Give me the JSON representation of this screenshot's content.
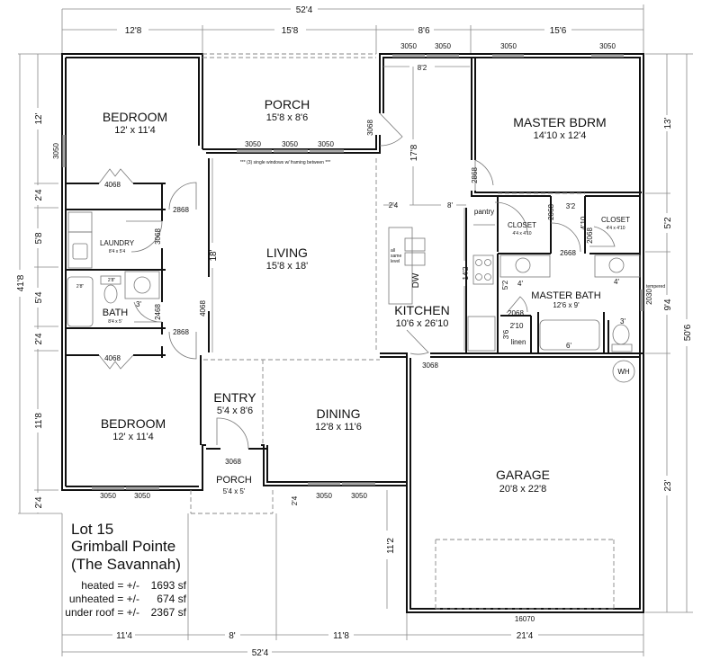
{
  "title_block": {
    "lot": "Lot 15",
    "community": "Grimball Pointe",
    "model": "(The Savannah)",
    "areas": [
      {
        "label": "heated = +/-",
        "value": "1693 sf"
      },
      {
        "label": "unheated = +/-",
        "value": "674 sf"
      },
      {
        "label": "under roof = +/-",
        "value": "2367 sf"
      }
    ]
  },
  "rooms": {
    "bedroom_top": {
      "name": "BEDROOM",
      "size": "12' x 11'4"
    },
    "porch_top": {
      "name": "PORCH",
      "size": "15'8 x 8'6"
    },
    "master_bdrm": {
      "name": "MASTER BDRM",
      "size": "14'10 x 12'4"
    },
    "laundry": {
      "name": "LAUNDRY",
      "size": "8'4 x 5'4"
    },
    "living": {
      "name": "LIVING",
      "size": "15'8 x 18'"
    },
    "kitchen": {
      "name": "KITCHEN",
      "size": "10'6 x 26'10"
    },
    "closet_left": {
      "name": "CLOSET",
      "size": "4'4 x 4'10"
    },
    "closet_right": {
      "name": "CLOSET",
      "size": "4'4 x 4'10"
    },
    "master_bath": {
      "name": "MASTER BATH",
      "size": "12'6 x 9'"
    },
    "bath": {
      "name": "BATH",
      "size": "8'4 x 5'"
    },
    "entry": {
      "name": "ENTRY",
      "size": "5'4 x 8'6"
    },
    "dining": {
      "name": "DINING",
      "size": "12'8 x 11'6"
    },
    "bedroom_bottom": {
      "name": "BEDROOM",
      "size": "12' x 11'4"
    },
    "porch_front": {
      "name": "PORCH",
      "size": "5'4 x 5'"
    },
    "garage": {
      "name": "GARAGE",
      "size": "20'8 x 22'8"
    }
  },
  "notes": {
    "porch_windows": "*** (3) single windows w/ framing between ***",
    "pantry": "pantry",
    "linen": "linen",
    "island_note": [
      "all",
      "same",
      "level"
    ],
    "dishwasher": "DW",
    "water_heater": "WH",
    "tempered": "tempered"
  },
  "dimensions": {
    "top_overall": "52'4",
    "top_segments": [
      "12'8",
      "15'8",
      "8'6",
      "15'6"
    ],
    "bottom_segments": [
      "11'4",
      "8'",
      "11'8",
      "21'4"
    ],
    "bottom_overall": "52'4",
    "left_overall": "41'8",
    "left_segments": [
      "12'",
      "2'4",
      "5'8",
      "5'4",
      "2'4",
      "11'8",
      "2'4"
    ],
    "right_overall": "50'6",
    "right_segments": [
      "13'",
      "5'2",
      "9'4",
      "23'"
    ],
    "interior": {
      "foyer_width": "8'2",
      "hall_length": "17'8",
      "living_depth": "18'",
      "kitchen_island_offset": "2'4",
      "kitchen_run": "8'",
      "kitchen_counter": "14'2",
      "mb_closet_gap": "3'2",
      "mb_closet_depth": "4'10",
      "mb_vanity_left": "4'",
      "mb_vanity_right": "4'",
      "mb_depth": "5'2",
      "linen_width": "2'10",
      "linen_depth": "3'6",
      "tub": "6'",
      "wc": "3'",
      "bath_vanity": "3'",
      "bath_tub": "2'8\"",
      "bath_wc": "2'8\"",
      "front_step": "2'4",
      "garage_side": "11'2"
    }
  },
  "openings": {
    "window_3050": "3050",
    "door_3068": "3068",
    "door_4068": "4068",
    "door_2868": "2868",
    "door_2468": "2468",
    "door_2068": "2068",
    "door_2668": "2668",
    "window_2030": "2030",
    "garage_door": "16070"
  }
}
